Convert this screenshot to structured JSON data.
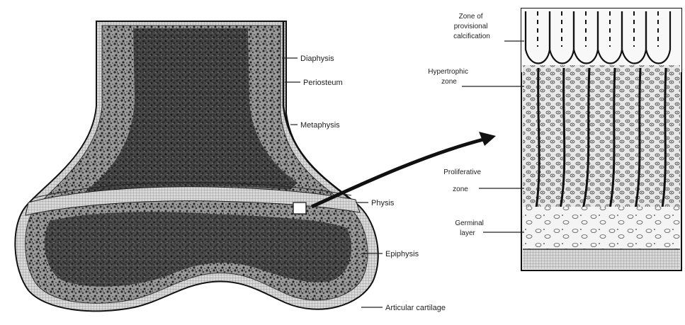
{
  "left_labels": {
    "diaphysis": "Diaphysis",
    "periosteum": "Periosteum",
    "metaphysis": "Metaphysis",
    "physis": "Physis",
    "epiphysis": "Epiphysis",
    "articular_cartilage": "Articular cartilage"
  },
  "right_labels": {
    "zone_provisional_calcification": [
      "Zone of",
      "provisional",
      "calcification"
    ],
    "hypertrophic_zone": [
      "Hypertrophic",
      "zone"
    ],
    "proliferative_zone": [
      "Proliferative",
      "zone"
    ],
    "germinal_layer": [
      "Germinal",
      "layer"
    ]
  }
}
